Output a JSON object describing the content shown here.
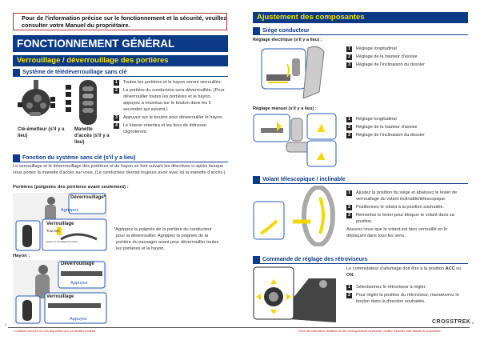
{
  "notice": "Pour de l'information précise sur le fonctionnement et la sécurité, veuillez consulter votre Manuel du propriétaire.",
  "left": {
    "title": "FONCTIONNEMENT GÉNÉRAL",
    "section": "Verrouillage / déverrouillage des portières",
    "sub1": "Système de télédéverrouillage sans clé",
    "key_label": "Clé-émetteur (s'il y a lieu)",
    "fob_label": "Manette d'accès (s'il y a lieu)",
    "remote_items": [
      "Toutes les portières et le hayon seront verrouillés.",
      "La portière du conducteur sera déverrouillée. (Pour déverrouiller toutes les portières et le hayon, appuyez à nouveau sur le bouton dans les 5 secondes qui suivent.)",
      "Appuyez sur le bouton pour déverrouiller le hayon.",
      "Le klaxon retentira et les feux de détresse clignoteront."
    ],
    "sub2": "Fonction du système sans clé (s'il y a lieu)",
    "paragraph": "Le verrouillage et le déverrouillage des portières et du hayon se font suivant les directives ci-après lorsque vous portez la manette d'accès sur vous. (Le conducteur devrait toujours avoir avec lui la manette d'accès.)",
    "doors_heading": "Portières (poignées des portières avant seulement) :",
    "doors_unlock": "Déverrouillage*",
    "doors_grip": "Agrippez",
    "doors_lock": "Verrouillage",
    "doors_touch": "Touchez",
    "doors_sensor": "Capteur de verrouillage de portière",
    "footnote": "*Agrippez la poignée de la portière du conducteur pour la déverrouiller. Agrippez la poignée de la portière du passager avant pour déverrouiller toutes les portières et le hayon.",
    "hatch_heading": "Hayon :",
    "hatch_unlock": "Déverrouillage",
    "hatch_press": "Appuyez",
    "hatch_lock": "Verrouillage",
    "hatch_press2": "Appuyez",
    "page": "2",
    "disclaimer": "• Certaines fonctions ne sont disponibles que sur certains modèles."
  },
  "right": {
    "title": "Ajustement des composantes",
    "sub_seat": "Siège conducteur",
    "power": "Réglage électrique (s'il y a lieu) :",
    "power_items": [
      "Réglage longitudinal",
      "Réglage de la hauteur d'assise",
      "Réglage de l'inclinaison du dossier"
    ],
    "manual": "Réglage manuel (s'il y a lieu) :",
    "manual_items": [
      "Réglage longitudinal",
      "Réglage de la hauteur d'assise",
      "Réglage de l'inclinaison du dossier"
    ],
    "sub_wheel": "Volant télescopique / inclinable",
    "wheel_items": [
      "Ajustez la position du siège et abaissez le levier de verrouillage du volant inclinable/télescopique.",
      "Positionnez le volant à la position souhaitée.",
      "Remontez le levier pour bloquer le volant dans sa position."
    ],
    "wheel_note": "Assurez-vous que le volant est bien verrouillé en le déplaçant dans tous les sens.",
    "sub_mirror": "Commande de réglage des rétroviseurs",
    "mirror_intro_a": "Le commutateur d'allumage doit être à la position",
    "mirror_acc": "ACC",
    "mirror_or": "ou",
    "mirror_on": "ON",
    "mirror_items": [
      "Sélectionnez le rétroviseur à régler.",
      "Pour régler la position du rétroviseur, manœuvrez le bouton dans la direction souhaitée."
    ],
    "brand": "CROSSTREK",
    "page": "3",
    "disclaimer": "• Pour des instructions détaillées et des renseignements de sécurité, veuillez consulter votre Manuel du propriétaire."
  }
}
